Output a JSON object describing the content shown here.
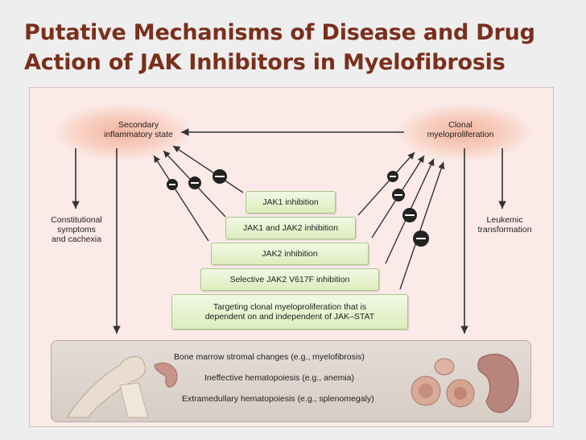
{
  "title_lines": [
    "Putative Mechanisms of Disease and Drug",
    "Action of JAK Inhibitors in Myelofibrosis"
  ],
  "nodes": {
    "secondary": [
      "Secondary",
      "inflammatory state"
    ],
    "clonal": [
      "Clonal",
      "myeloproliferation"
    ],
    "constitutional": [
      "Constitutional",
      "symptoms",
      "and cachexia"
    ],
    "leukemic": [
      "Leukemic",
      "transformation"
    ]
  },
  "inhibition_levels": [
    [
      "JAK1 inhibition"
    ],
    [
      "JAK1 and JAK2 inhibition"
    ],
    [
      "JAK2 inhibition"
    ],
    [
      "Selective JAK2 V617F inhibition"
    ],
    [
      "Targeting clonal myeloproliferation that is",
      "dependent on and independent of JAK–STAT"
    ]
  ],
  "disease_effects": [
    "Bone marrow stromal changes (e.g., myelofibrosis)",
    "Ineffective hematopoiesis (e.g., anemia)",
    "Extramedullary hematopoiesis (e.g., splenomegaly)"
  ],
  "inhibit_symbol": "−",
  "colors": {
    "title": "#7a2f1c",
    "figure_bg": "#fbeae7",
    "box_fill": "#dcedbd",
    "box_border": "#a9c58a",
    "panel_fill": "#d6cdc5",
    "arrow": "#333333",
    "inhibit_circle": "#222222"
  },
  "icons": [
    "femur-bone-icon",
    "kidney-icon",
    "blood-cell-icon",
    "spleen-icon"
  ]
}
